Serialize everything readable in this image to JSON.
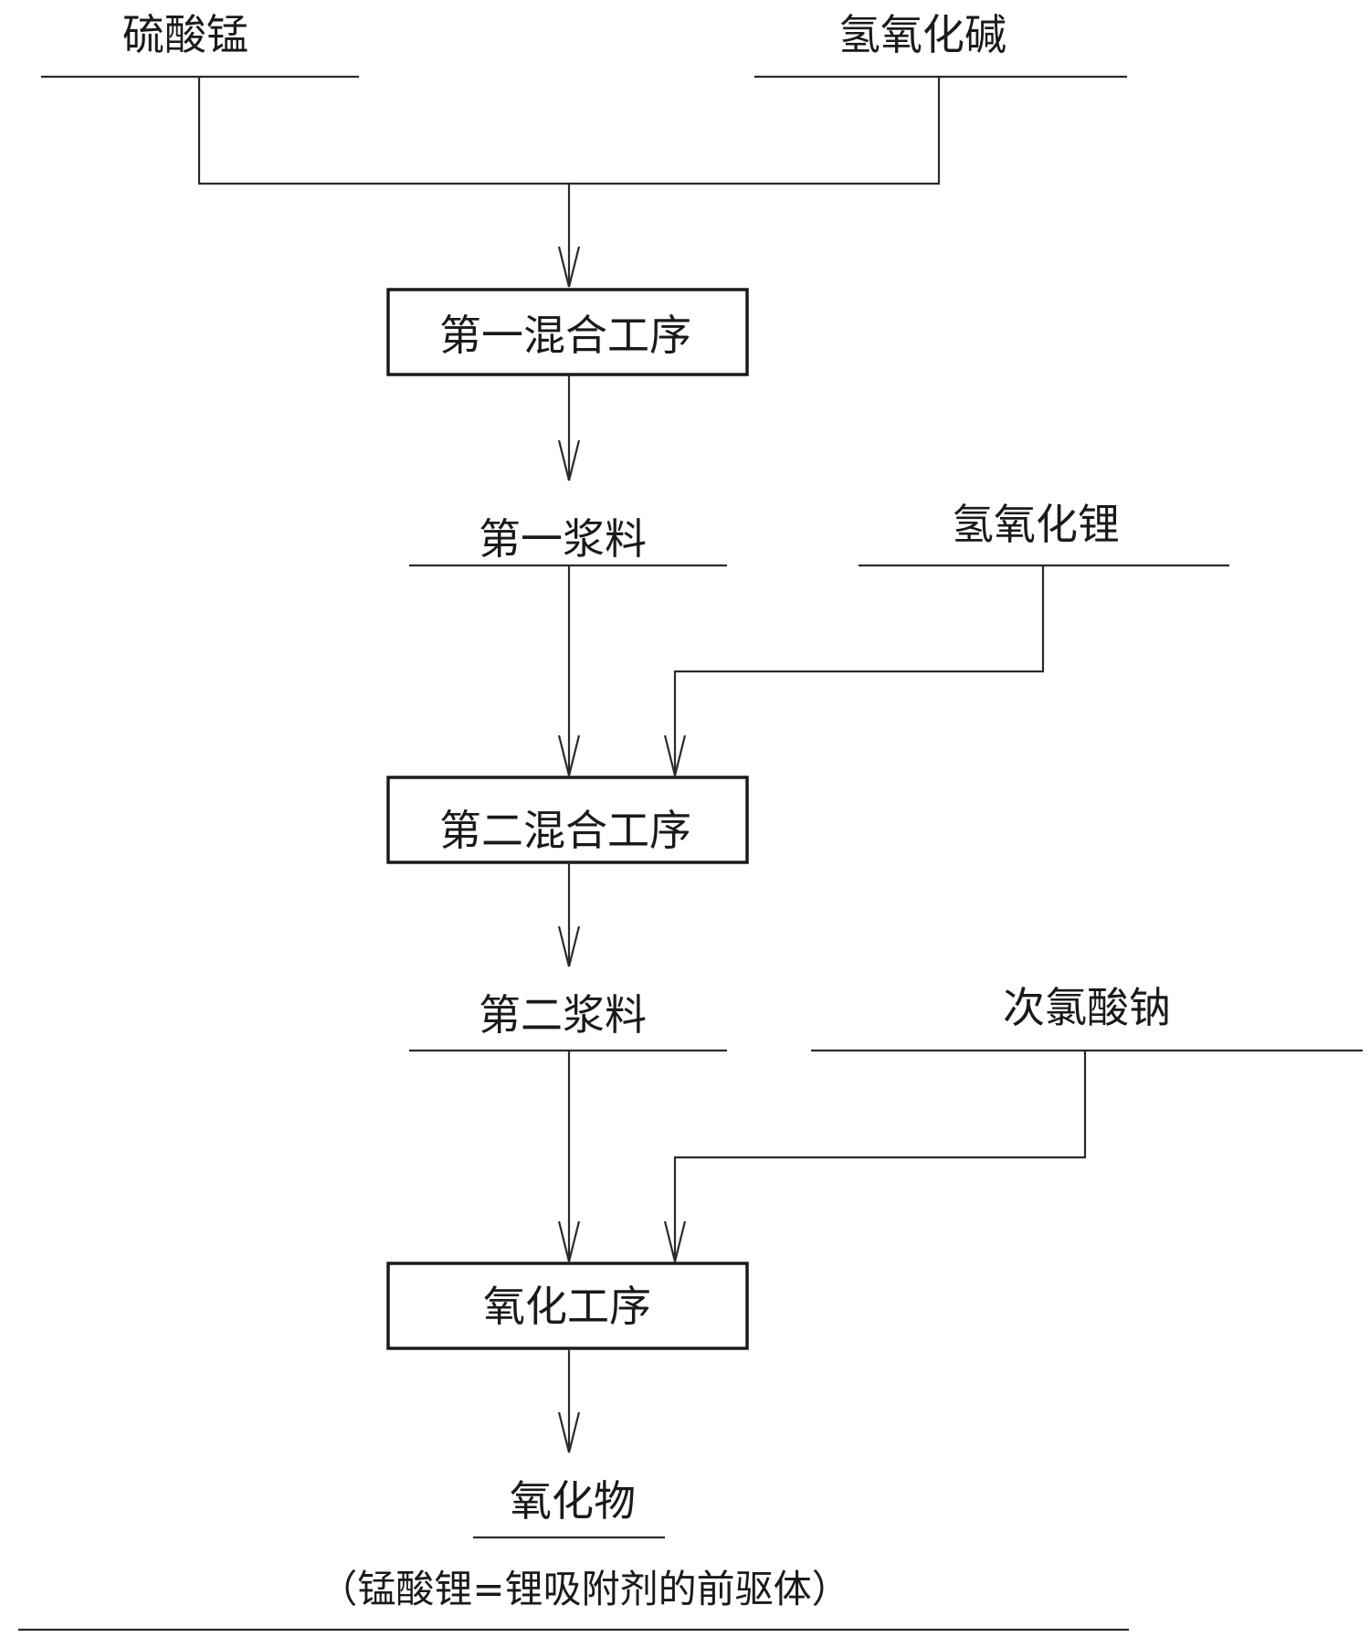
{
  "inputs": {
    "manganese_sulfate": "硫酸锰",
    "alkali_hydroxide": "氢氧化碱",
    "lithium_hydroxide": "氢氧化锂",
    "sodium_hypochlorite": "次氯酸钠"
  },
  "steps": {
    "first_mixing": "第一混合工序",
    "second_mixing": "第二混合工序",
    "oxidation": "氧化工序"
  },
  "intermediates": {
    "first_slurry": "第一浆料",
    "second_slurry": "第二浆料"
  },
  "product": {
    "label": "氧化物",
    "note": "（锰酸锂=锂吸附剂的前驱体）"
  }
}
